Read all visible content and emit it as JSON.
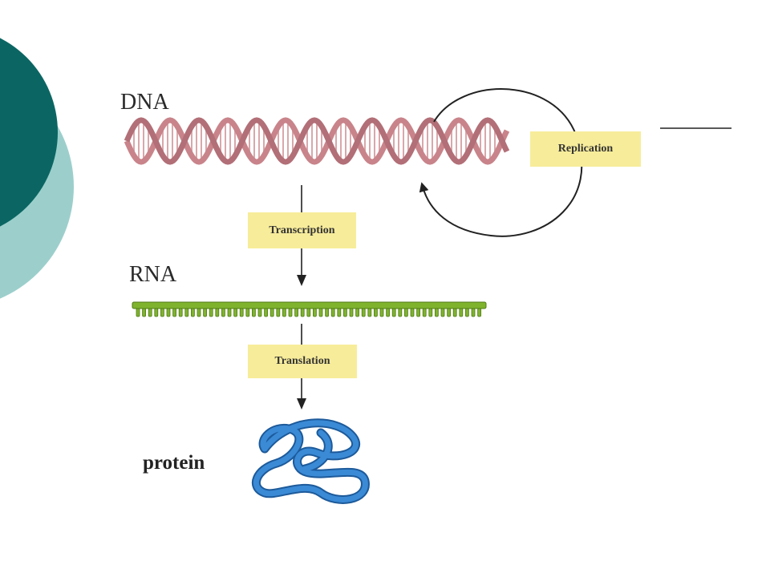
{
  "slide": {
    "theme": {
      "dark_teal": "#0b6663",
      "light_teal": "#9ccfcc",
      "label_fill": "#f7ec9a",
      "dna_color": "#c8848a",
      "rna_color": "#7fb32e",
      "protein_color": "#2f78c4"
    },
    "labels": {
      "dna": "DNA",
      "rna": "RNA",
      "protein": "protein"
    },
    "processes": {
      "replication": "Replication",
      "transcription": "Transcription",
      "translation": "Translation"
    }
  }
}
